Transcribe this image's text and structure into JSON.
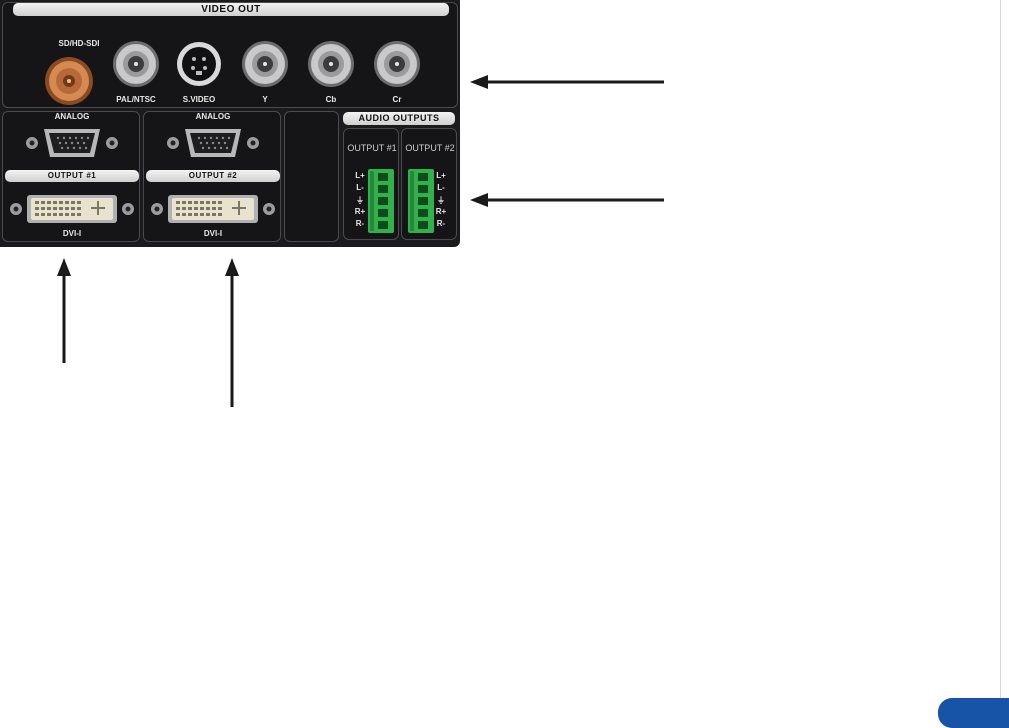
{
  "video_out": {
    "title": "VIDEO OUT",
    "connectors": [
      {
        "label": "SD/HD-SDI"
      },
      {
        "label": "PAL/NTSC"
      },
      {
        "label": "S.VIDEO"
      },
      {
        "label": "Y"
      },
      {
        "label": "Cb"
      },
      {
        "label": "Cr"
      }
    ]
  },
  "outputs": [
    {
      "analog_label": "ANALOG",
      "header": "OUTPUT #1",
      "dvi_label": "DVI-I"
    },
    {
      "analog_label": "ANALOG",
      "header": "OUTPUT #2",
      "dvi_label": "DVI-I"
    }
  ],
  "audio": {
    "title": "AUDIO OUTPUTS",
    "blocks": [
      {
        "label": "OUTPUT #1"
      },
      {
        "label": "OUTPUT #2"
      }
    ],
    "pins": [
      "L+",
      "L-",
      "⏚",
      "R+",
      "R-"
    ]
  },
  "colors": {
    "panel": "#1b1b1d",
    "terminal_green": "#2fb24a",
    "sdi_copper": "#c8743f",
    "page_badge": "#1754a8",
    "arrow": "#1a1a1a"
  }
}
